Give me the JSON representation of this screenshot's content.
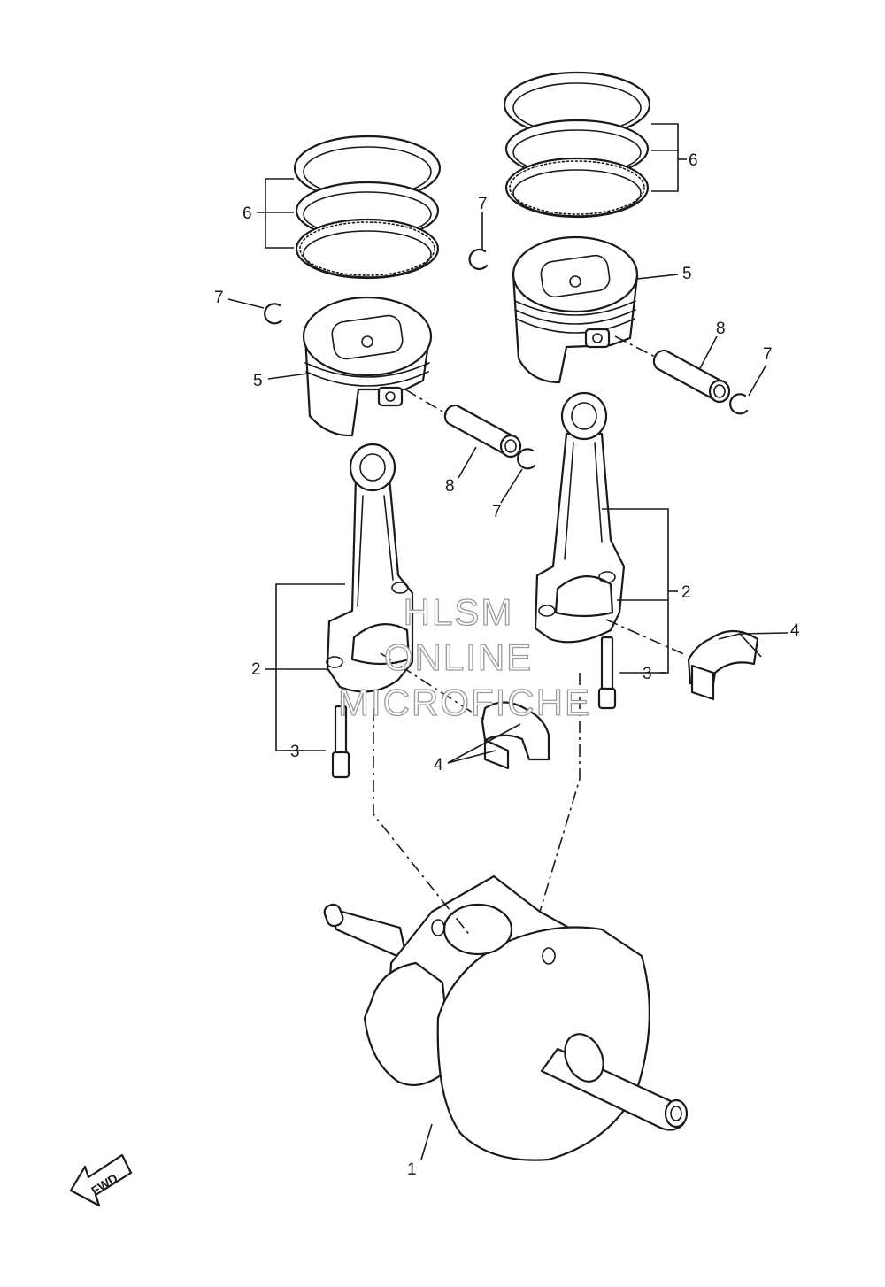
{
  "callouts": {
    "c1": "1",
    "c2a": "2",
    "c2b": "2",
    "c3a": "3",
    "c3b": "3",
    "c4a": "4",
    "c4b": "4",
    "c5a": "5",
    "c5b": "5",
    "c6a": "6",
    "c6b": "6",
    "c7a": "7",
    "c7b": "7",
    "c7c": "7",
    "c7d": "7",
    "c8a": "8",
    "c8b": "8"
  },
  "watermark": {
    "line1": "HLSM",
    "line2": "ONLINE",
    "line3": "MICROFICHE"
  },
  "fwd_label": "FWD"
}
